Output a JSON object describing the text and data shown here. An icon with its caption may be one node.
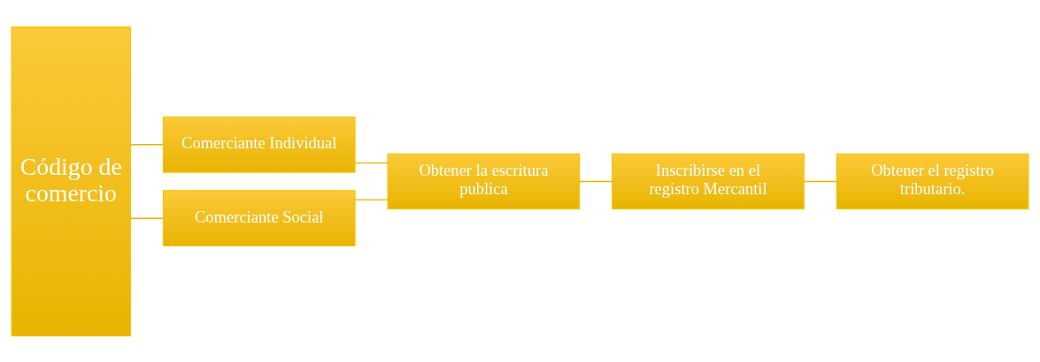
{
  "diagram": {
    "nodes": [
      {
        "text": [
          "Código de comercio"
        ]
      },
      {
        "text": [
          "Comerciante Individual"
        ]
      },
      {
        "text": [
          "Comerciante Social"
        ]
      },
      {
        "text": [
          "Obtener la escritura publica"
        ]
      },
      {
        "text": [
          "Inscribirse en el registro Mercantil"
        ]
      },
      {
        "text": [
          "Obtener el registro tributario."
        ]
      }
    ],
    "edges": [
      {
        "from": 0,
        "to": 1,
        "arrow": "none"
      },
      {
        "from": 0,
        "to": 2,
        "arrow": "none"
      },
      {
        "from": 1,
        "to": 3,
        "arrow": "none"
      },
      {
        "from": 2,
        "to": 3,
        "arrow": "none"
      },
      {
        "from": 3,
        "to": 4,
        "arrow": "none"
      },
      {
        "from": 4,
        "to": 5,
        "arrow": "none"
      }
    ]
  }
}
